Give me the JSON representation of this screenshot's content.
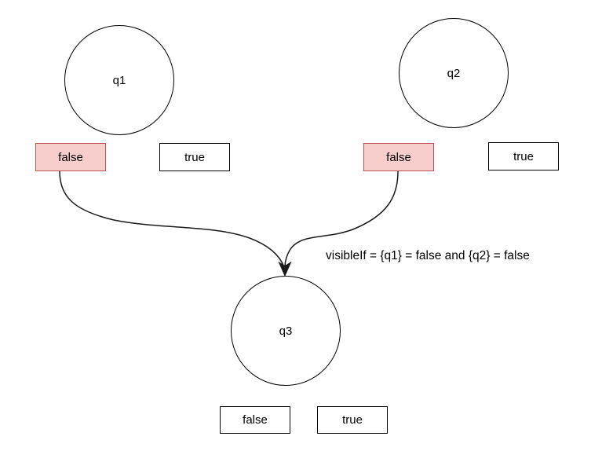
{
  "diagram": {
    "nodes": [
      {
        "id": "q1",
        "label": "q1"
      },
      {
        "id": "q2",
        "label": "q2"
      },
      {
        "id": "q3",
        "label": "q3"
      }
    ],
    "answers": [
      {
        "id": "q1-false",
        "label": "false",
        "highlighted": true
      },
      {
        "id": "q1-true",
        "label": "true",
        "highlighted": false
      },
      {
        "id": "q2-false",
        "label": "false",
        "highlighted": true
      },
      {
        "id": "q2-true",
        "label": "true",
        "highlighted": false
      },
      {
        "id": "q3-false",
        "label": "false",
        "highlighted": false
      },
      {
        "id": "q3-true",
        "label": "true",
        "highlighted": false
      }
    ],
    "annotation": "visibleIf = {q1} = false and {q2} = false",
    "edges": [
      {
        "id": "edge-q1-false-to-q3",
        "from": "q1-false",
        "to": "q3"
      },
      {
        "id": "edge-q2-false-to-q3",
        "from": "q2-false",
        "to": "q3"
      }
    ],
    "colors": {
      "highlight_fill": "#f8cecc",
      "highlight_stroke": "#b85450",
      "box_stroke": "#000000",
      "edge_stroke": "#1a1a1a",
      "background": "#ffffff"
    }
  }
}
